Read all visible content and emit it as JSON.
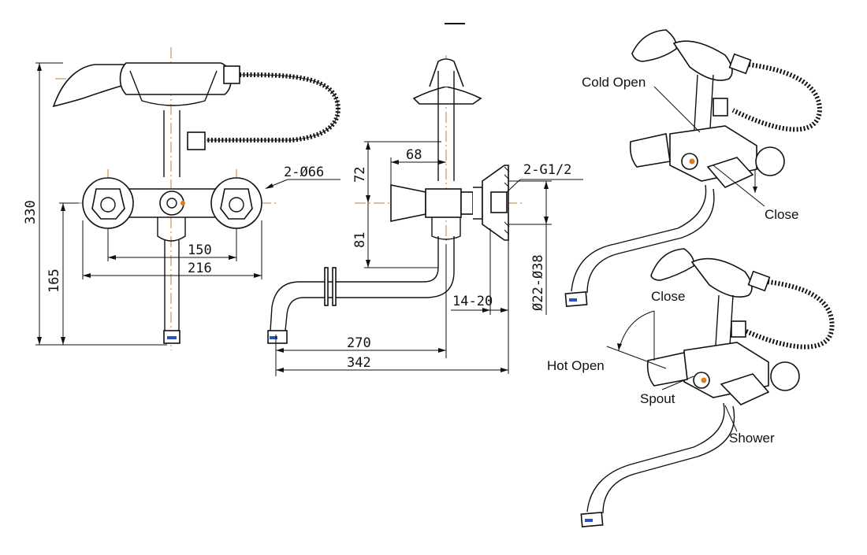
{
  "dimensions": {
    "total_height": "330",
    "lower_height": "165",
    "handle_diameter": "2-Ø66",
    "center_150": "150",
    "width_216": "216",
    "upper_72": "72",
    "offset_68": "68",
    "lower_81": "81",
    "thread": "2-G1/2",
    "flange_dia": "Ø22-Ø38",
    "range_14_20": "14-20",
    "spout_270": "270",
    "spout_342": "342"
  },
  "labels": {
    "cold_open": "Cold  Open",
    "close_top": "Close",
    "close_bottom": "Close",
    "hot_open": "Hot  Open",
    "spout": "Spout",
    "shower": "Shower"
  }
}
